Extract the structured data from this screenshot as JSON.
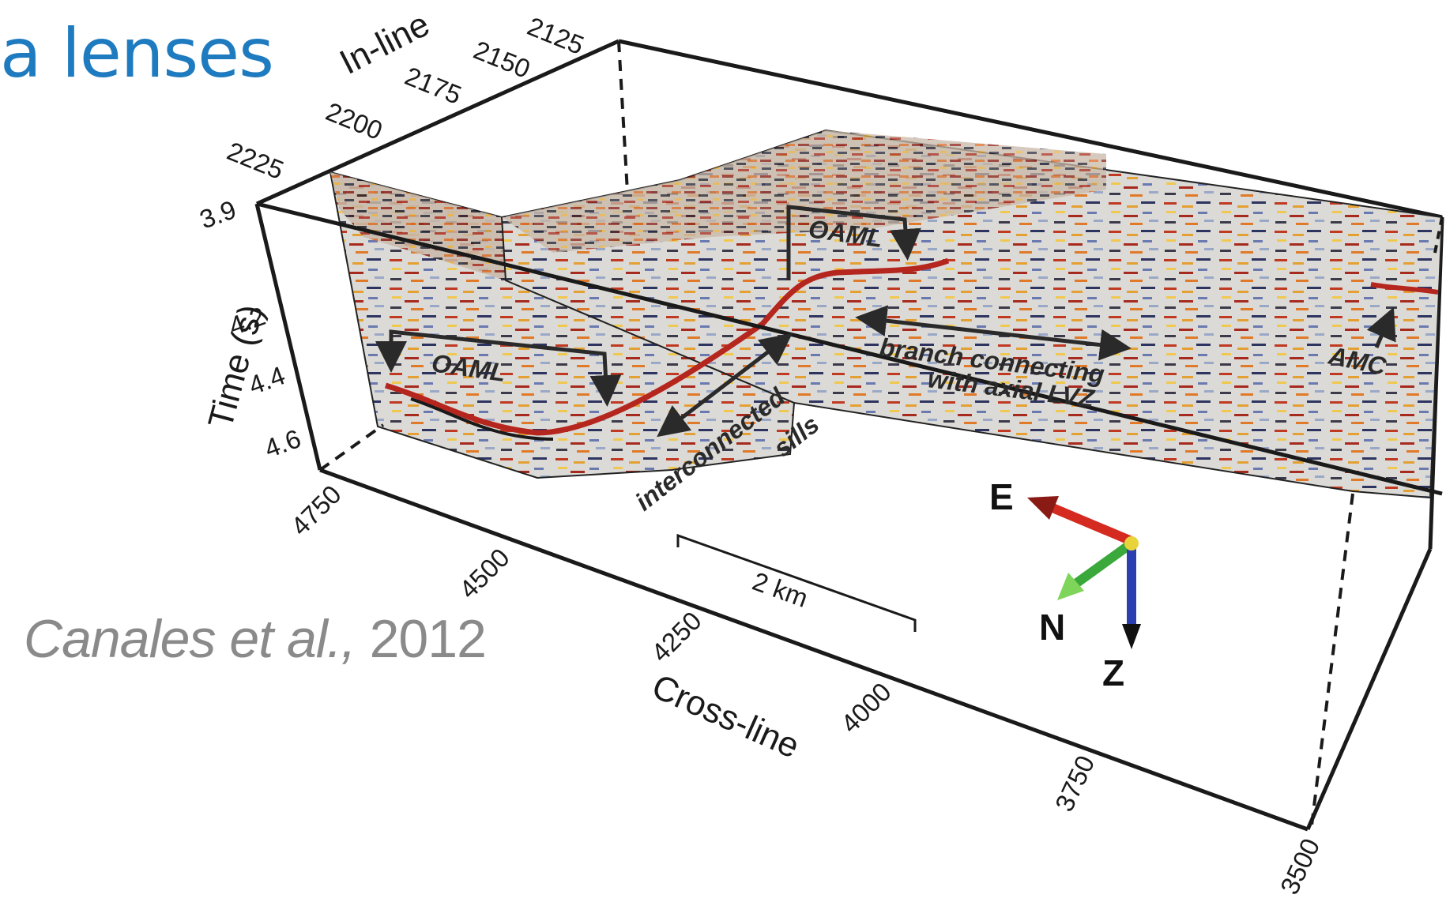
{
  "slide_title": "a lenses",
  "citation": {
    "authors": "Canales et al.,",
    "year": "2012"
  },
  "axes": {
    "inline_label": "In-line",
    "inline_ticks": [
      "2125",
      "2150",
      "2175",
      "2200",
      "2225"
    ],
    "time_label": "Time (s)",
    "time_ticks": [
      "3.9",
      "4.2",
      "4.4",
      "4.6"
    ],
    "crossline_label": "Cross-line",
    "crossline_ticks": [
      "4750",
      "4500",
      "4250",
      "4000",
      "3750",
      "3500"
    ]
  },
  "annotations": {
    "oaml_left": "OAML",
    "oaml_right": "OAML",
    "sills_line1": "interconnected",
    "sills_line2": "sills",
    "branch_line1": "branch connecting",
    "branch_line2": "with axial LVZ",
    "amc": "AMC"
  },
  "scale_bar": "2 km",
  "compass": {
    "east": "E",
    "north": "N",
    "down": "Z"
  },
  "colors": {
    "title": "#1f7bc0",
    "citation": "#8a8a8a",
    "reflector": "#b5261e",
    "arrow_east": "#d42a20",
    "arrow_north": "#3aa83a",
    "arrow_down": "#2b3fb0"
  }
}
